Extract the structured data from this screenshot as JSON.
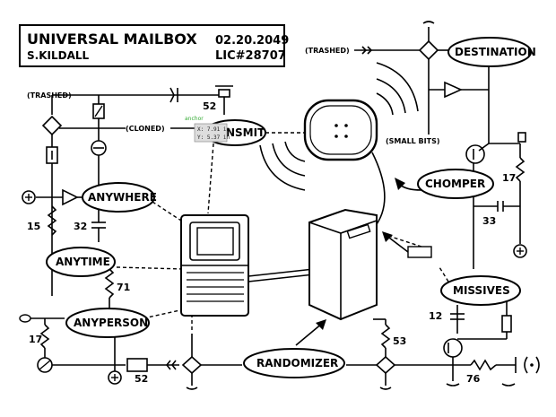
{
  "header": {
    "title": "UNIVERSAL MAILBOX",
    "author": "S.KILDALL",
    "date": "02.20.2049",
    "license": "LIC#28707"
  },
  "clouds": {
    "transmit": "NSMIT",
    "destination": "DESTINATION",
    "anywhere": "ANYWHERE",
    "anytime": "ANYTIME",
    "anyperson": "ANYPERSON",
    "randomizer": "RANDOMIZER",
    "chomper": "CHOMPER",
    "missives": "MISSIVES"
  },
  "labels": {
    "trashed_left": "(TRASHED)",
    "trashed_right": "(TRASHED)",
    "cloned": "(CLONED)",
    "small_bits": "(SMALL BITS)"
  },
  "numbers": {
    "n52_top": "52",
    "n32": "32",
    "n15": "15",
    "n71": "71",
    "n17_left": "17",
    "n52_bottom": "52",
    "n53": "53",
    "n17_right": "17",
    "n33": "33",
    "n12": "12",
    "n76": "76"
  },
  "tooltip": {
    "anchor": "anchor",
    "x": "X: 7.91 in",
    "y": "Y: 5.37 in"
  }
}
